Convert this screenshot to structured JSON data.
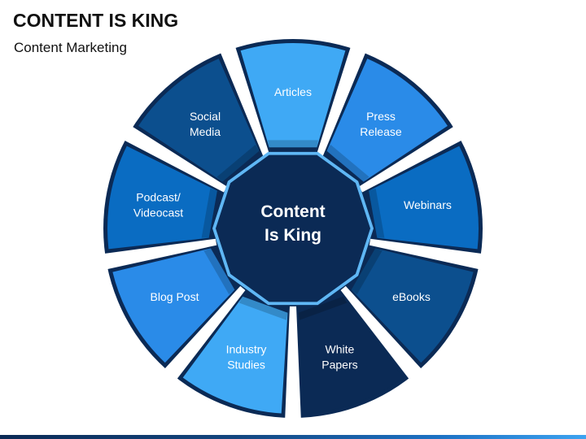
{
  "header": {
    "title": "CONTENT IS KING",
    "subtitle": "Content Marketing"
  },
  "hub": {
    "lines": [
      "Content",
      "Is King"
    ],
    "color": "#0b2a55"
  },
  "segments": [
    {
      "lines": [
        "Articles"
      ],
      "color": "#3fa9f5"
    },
    {
      "lines": [
        "Press",
        "Release"
      ],
      "color": "#2a8be8"
    },
    {
      "lines": [
        "Webinars"
      ],
      "color": "#0a6cc2"
    },
    {
      "lines": [
        "eBooks"
      ],
      "color": "#0c4f8e"
    },
    {
      "lines": [
        "White",
        "Papers"
      ],
      "color": "#0b2a55"
    },
    {
      "lines": [
        "Industry",
        "Studies"
      ],
      "color": "#3fa9f5"
    },
    {
      "lines": [
        "Blog Post"
      ],
      "color": "#2a8be8"
    },
    {
      "lines": [
        "Podcast/",
        "Videocast"
      ],
      "color": "#0a6cc2"
    },
    {
      "lines": [
        "Social",
        "Media"
      ],
      "color": "#0c4f8e"
    }
  ],
  "colors": {
    "ring": "#0b2a55",
    "gap": "#ffffff"
  }
}
